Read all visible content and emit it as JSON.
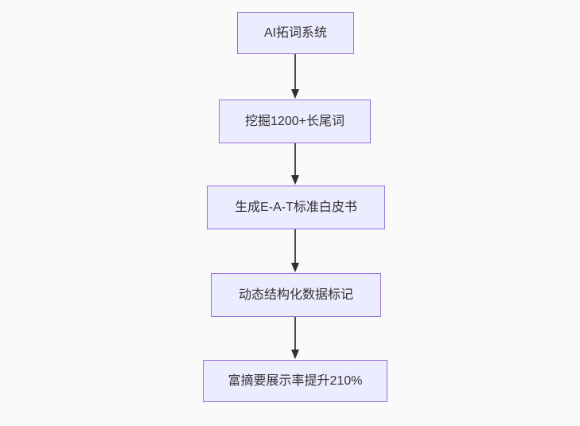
{
  "flowchart": {
    "direction": "top-down",
    "nodes": [
      {
        "id": "A",
        "label": "AI拓词系统"
      },
      {
        "id": "B",
        "label": "挖掘1200+长尾词"
      },
      {
        "id": "C",
        "label": "生成E-A-T标准白皮书"
      },
      {
        "id": "D",
        "label": "动态结构化数据标记"
      },
      {
        "id": "E",
        "label": "富摘要展示率提升210%"
      }
    ],
    "edges": [
      {
        "from": "A",
        "to": "B"
      },
      {
        "from": "B",
        "to": "C"
      },
      {
        "from": "C",
        "to": "D"
      },
      {
        "from": "D",
        "to": "E"
      }
    ]
  },
  "theme": {
    "canvas-bg": "#fafafa",
    "node-fill": "#ececff",
    "node-border": "#9370db",
    "node-text": "#333333",
    "edge-color": "#4b4b4b",
    "arrowhead-color": "#2f2f2f"
  }
}
